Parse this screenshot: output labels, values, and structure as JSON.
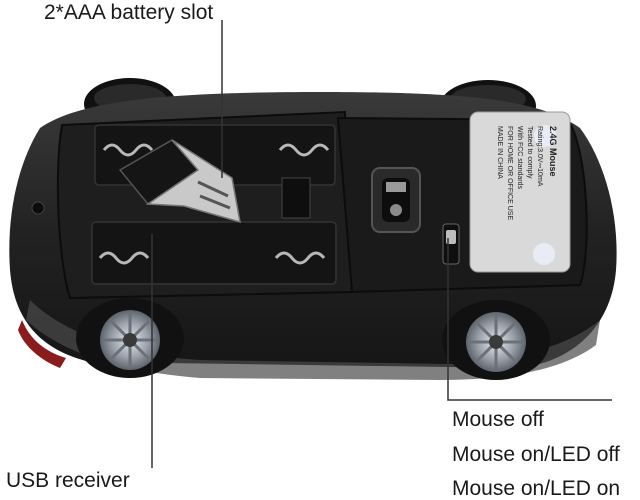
{
  "callouts": {
    "battery_slot": "2*AAA battery slot",
    "usb_receiver": "USB receiver",
    "mouse_off": "Mouse off",
    "mouse_on_led_off": "Mouse on/LED off",
    "mouse_on_led_on": "Mouse on/LED on"
  },
  "label": {
    "model": "2.4G Mouse",
    "rating": "Rating:3.0V⎓10mA",
    "tested": "Tested to comply",
    "fcc": "With FCC standards",
    "use": "FOR HOME OR OFFICE USE",
    "made": "MADE IN CHINA"
  },
  "colors": {
    "body": "#262626",
    "chassis": "#1b1b1b",
    "rim": "#9aa1aa",
    "tire": "#111111",
    "label": "#d9d9d9"
  }
}
